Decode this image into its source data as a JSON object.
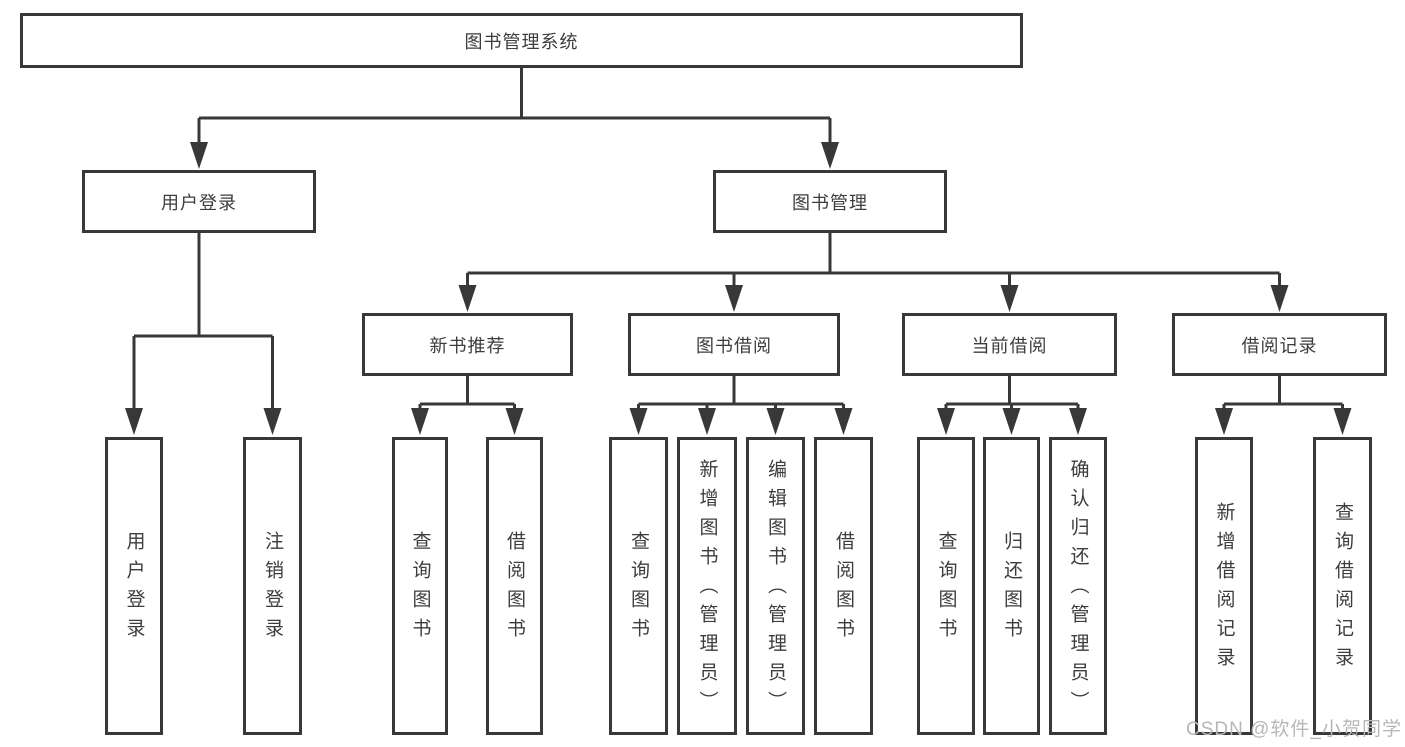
{
  "diagram": {
    "root": {
      "label": "图书管理系统"
    },
    "branches": [
      {
        "label": "用户登录",
        "children": [
          {
            "label": "用户登录"
          },
          {
            "label": "注销登录"
          }
        ]
      },
      {
        "label": "图书管理",
        "children": [
          {
            "label": "新书推荐",
            "children": [
              {
                "label": "查询图书"
              },
              {
                "label": "借阅图书"
              }
            ]
          },
          {
            "label": "图书借阅",
            "children": [
              {
                "label": "查询图书"
              },
              {
                "label": "新增图书（管理员）"
              },
              {
                "label": "编辑图书（管理员）"
              },
              {
                "label": "借阅图书"
              }
            ]
          },
          {
            "label": "当前借阅",
            "children": [
              {
                "label": "查询图书"
              },
              {
                "label": "归还图书"
              },
              {
                "label": "确认归还（管理员）"
              }
            ]
          },
          {
            "label": "借阅记录",
            "children": [
              {
                "label": "新增借阅记录"
              },
              {
                "label": "查询借阅记录"
              }
            ]
          }
        ]
      }
    ]
  },
  "watermark": {
    "text": "CSDN @软件_小贺同学"
  },
  "colors": {
    "line": "#383838",
    "text": "#3d3d3d",
    "background": "#ffffff",
    "watermark": "#b7b7b7"
  }
}
